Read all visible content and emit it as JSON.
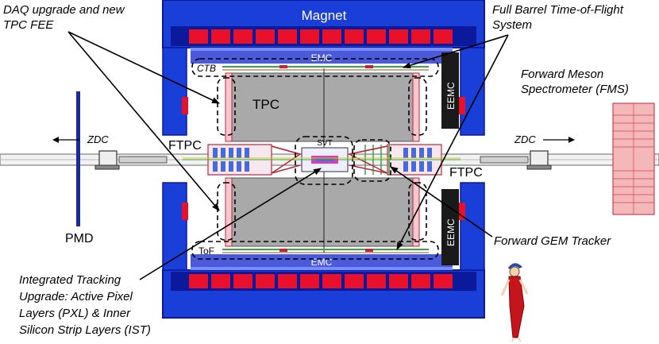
{
  "labels": {
    "magnet": "Magnet",
    "emc_top": "EMC",
    "emc_bottom": "EMC",
    "eemc_top": "EEMC",
    "eemc_bottom": "EEMC",
    "ctb": "CTB",
    "tof": "ToF",
    "tpc": "TPC",
    "svt": "SVT",
    "ftpc_left": "FTPC",
    "ftpc_right": "FTPC",
    "zdc_left": "ZDC",
    "zdc_right": "ZDC",
    "pmd": "PMD"
  },
  "annotations": {
    "daq_line1": "DAQ upgrade and new",
    "daq_line2": "TPC FEE",
    "tof_line1": "Full Barrel Time-of-Flight",
    "tof_line2": "System",
    "fms_line1": "Forward Meson",
    "fms_line2": "Spectrometer (FMS)",
    "gem": "Forward GEM Tracker",
    "itu_line1": "Integrated Tracking",
    "itu_line2": "Upgrade: Active Pixel",
    "itu_line3": "Layers  (PXL) & Inner",
    "itu_line4": "Silicon Strip Layers (IST)"
  },
  "colors": {
    "magnet_blue": "#1a3fd8",
    "magnet_dark": "#0a1a9a",
    "coil_red": "#e8102a",
    "tpc_gray": "#a9a9a9",
    "emc_blue": "#4a5ad8",
    "eemc_black": "#1a1a1a",
    "beam_gray": "#cfcfcf",
    "fms_pink": "#f4b8b8",
    "pmd_blue": "#1a2a9a"
  }
}
